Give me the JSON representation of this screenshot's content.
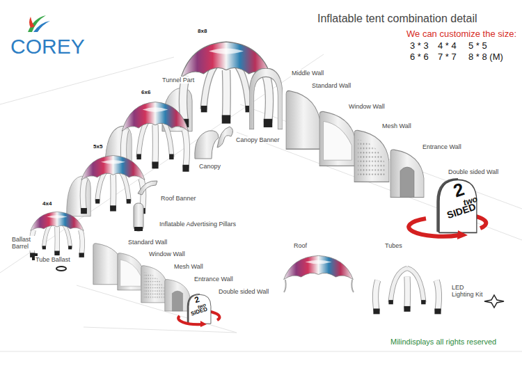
{
  "diagram": {
    "title": "Inflatable tent combination detail",
    "labels": [
      "We can customize the size:",
      "3 * 3",
      "4 * 4",
      "5 * 5",
      "6 * 6",
      "7 * 7",
      "8 * 8 (M)",
      "COREY",
      "8x8",
      "Tunnel Part",
      "Middle Wall",
      "Standard Wall",
      "Window Wall",
      "Mesh Wall",
      "Entrance Wall",
      "Double sided Wall",
      "2",
      "two",
      "SIDED",
      "6x6",
      "Canopy Banner",
      "Canopy",
      "5x5",
      "Roof Banner",
      "Inflatable Advertising Pillars",
      "4x4",
      "Ballast Barrel",
      "Tube Ballast",
      "Standard Wall",
      "Window Wall",
      "Mesh Wall",
      "Entrance Wall",
      "Double sided Wall",
      "2",
      "two",
      "SIDED",
      "Roof",
      "Tubes",
      "LED Lighting Kit",
      "Milindisplays all rights reserved"
    ]
  }
}
